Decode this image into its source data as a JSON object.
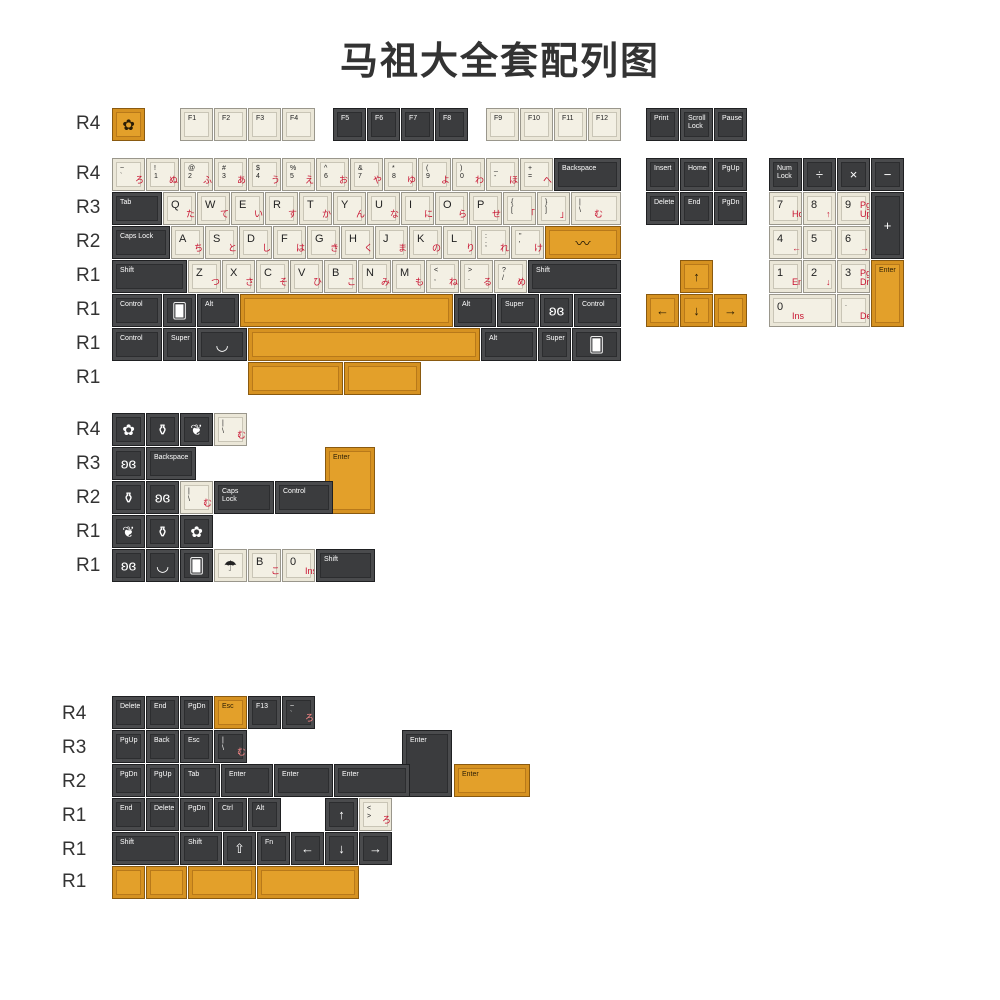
{
  "title": "马祖大全套配列图",
  "row_labels": [
    {
      "text": "R4",
      "y": 0
    },
    {
      "text": "R4",
      "y": 1
    },
    {
      "text": "R3",
      "y": 2
    },
    {
      "text": "R2",
      "y": 3
    },
    {
      "text": "R1",
      "y": 4
    },
    {
      "text": "R1",
      "y": 5
    },
    {
      "text": "R1",
      "y": 6
    },
    {
      "text": "R1",
      "y": 7
    },
    {
      "text": "R4",
      "y": 8
    },
    {
      "text": "R3",
      "y": 9
    },
    {
      "text": "R2",
      "y": 10
    },
    {
      "text": "R1",
      "y": 11
    },
    {
      "text": "R1",
      "y": 12
    },
    {
      "text": "R4",
      "y": 13
    },
    {
      "text": "R3",
      "y": 14
    },
    {
      "text": "R2",
      "y": 15
    },
    {
      "text": "R1",
      "y": 16
    },
    {
      "text": "R1",
      "y": 17
    },
    {
      "text": "R1",
      "y": 18
    }
  ],
  "keys": [
    {
      "t": "",
      "icon": "flower-icon",
      "c": "gold",
      "g": "a"
    },
    {
      "t": "F1",
      "c": "cream"
    },
    {
      "t": "F2",
      "c": "cream"
    },
    {
      "t": "F3",
      "c": "cream"
    },
    {
      "t": "F4",
      "c": "cream"
    },
    {
      "t": "F5",
      "c": "dark"
    },
    {
      "t": "F6",
      "c": "dark"
    },
    {
      "t": "F7",
      "c": "dark"
    },
    {
      "t": "F8",
      "c": "dark"
    },
    {
      "t": "F9",
      "c": "cream"
    },
    {
      "t": "F10",
      "c": "cream"
    },
    {
      "t": "F11",
      "c": "cream"
    },
    {
      "t": "F12",
      "c": "cream"
    },
    {
      "t": "Print",
      "c": "dark"
    },
    {
      "t": "Scroll\nLock",
      "c": "dark"
    },
    {
      "t": "Pause",
      "c": "dark"
    },
    {
      "t": "~\n`",
      "s": "ろ",
      "c": "cream"
    },
    {
      "t": "!\n1",
      "s": "ぬ",
      "c": "cream"
    },
    {
      "t": "@\n2",
      "s": "ふ",
      "c": "cream"
    },
    {
      "t": "#\n3",
      "s": "あ",
      "c": "cream"
    },
    {
      "t": "$\n4",
      "s": "う",
      "c": "cream"
    },
    {
      "t": "%\n5",
      "s": "え",
      "c": "cream"
    },
    {
      "t": "^\n6",
      "s": "お",
      "c": "cream"
    },
    {
      "t": "&\n7",
      "s": "や",
      "c": "cream"
    },
    {
      "t": "*\n8",
      "s": "ゆ",
      "c": "cream"
    },
    {
      "t": "(\n9",
      "s": "よ",
      "c": "cream"
    },
    {
      "t": ")\n0",
      "s": "わ",
      "c": "cream"
    },
    {
      "t": "_\n-",
      "s": "ほ",
      "c": "cream"
    },
    {
      "t": "+\n=",
      "s": "へ",
      "c": "cream"
    },
    {
      "t": "Backspace",
      "c": "dark"
    },
    {
      "t": "Insert",
      "c": "dark"
    },
    {
      "t": "Home",
      "c": "dark"
    },
    {
      "t": "PgUp",
      "c": "dark"
    },
    {
      "t": "Num\nLock",
      "c": "dark"
    },
    {
      "t": "÷",
      "c": "dark",
      "big": true
    },
    {
      "t": "×",
      "c": "dark",
      "big": true
    },
    {
      "t": "−",
      "c": "dark",
      "big": true
    },
    {
      "t": "Tab",
      "c": "dark"
    },
    {
      "t": "Q",
      "s": "た",
      "c": "cream"
    },
    {
      "t": "W",
      "s": "て",
      "c": "cream"
    },
    {
      "t": "E",
      "s": "い",
      "c": "cream"
    },
    {
      "t": "R",
      "s": "す",
      "c": "cream"
    },
    {
      "t": "T",
      "s": "か",
      "c": "cream"
    },
    {
      "t": "Y",
      "s": "ん",
      "c": "cream"
    },
    {
      "t": "U",
      "s": "な",
      "c": "cream"
    },
    {
      "t": "I",
      "s": "に",
      "c": "cream"
    },
    {
      "t": "O",
      "s": "ら",
      "c": "cream"
    },
    {
      "t": "P",
      "s": "せ",
      "c": "cream"
    },
    {
      "t": "{\n[",
      "s": "「",
      "c": "cream"
    },
    {
      "t": "}\n]",
      "s": "」",
      "c": "cream"
    },
    {
      "t": "|\n\\",
      "s": "む",
      "c": "cream"
    },
    {
      "t": "Delete",
      "c": "dark"
    },
    {
      "t": "End",
      "c": "dark"
    },
    {
      "t": "PgDn",
      "c": "dark"
    },
    {
      "t": "7",
      "s": "Home",
      "c": "cream"
    },
    {
      "t": "8",
      "s": "↑",
      "c": "cream"
    },
    {
      "t": "9",
      "s": "Pg Up",
      "c": "cream"
    },
    {
      "t": "+",
      "c": "dark",
      "big": true
    },
    {
      "t": "Caps Lock",
      "c": "dark"
    },
    {
      "t": "A",
      "s": "ち",
      "c": "cream"
    },
    {
      "t": "S",
      "s": "と",
      "c": "cream"
    },
    {
      "t": "D",
      "s": "し",
      "c": "cream"
    },
    {
      "t": "F",
      "s": "は",
      "c": "cream"
    },
    {
      "t": "G",
      "s": "き",
      "c": "cream"
    },
    {
      "t": "H",
      "s": "く",
      "c": "cream"
    },
    {
      "t": "J",
      "s": "ま",
      "c": "cream"
    },
    {
      "t": "K",
      "s": "の",
      "c": "cream"
    },
    {
      "t": "L",
      "s": "り",
      "c": "cream"
    },
    {
      "t": ":\n;",
      "s": "れ",
      "c": "cream"
    },
    {
      "t": "\"\n'",
      "s": "け",
      "c": "cream"
    },
    {
      "t": "",
      "icon": "wave-icon",
      "c": "gold"
    },
    {
      "t": "4",
      "s": "←",
      "c": "cream"
    },
    {
      "t": "5",
      "c": "cream"
    },
    {
      "t": "6",
      "s": "→",
      "c": "cream"
    },
    {
      "t": "Shift",
      "c": "dark"
    },
    {
      "t": "Z",
      "s": "つ",
      "c": "cream"
    },
    {
      "t": "X",
      "s": "さ",
      "c": "cream"
    },
    {
      "t": "C",
      "s": "そ",
      "c": "cream"
    },
    {
      "t": "V",
      "s": "ひ",
      "c": "cream"
    },
    {
      "t": "B",
      "s": "こ",
      "c": "cream"
    },
    {
      "t": "N",
      "s": "み",
      "c": "cream"
    },
    {
      "t": "M",
      "s": "も",
      "c": "cream"
    },
    {
      "t": "<\n,",
      "s": "ね",
      "c": "cream"
    },
    {
      "t": ">\n.",
      "s": "る",
      "c": "cream"
    },
    {
      "t": "?\n/",
      "s": "め",
      "c": "cream"
    },
    {
      "t": "Shift",
      "c": "dark"
    },
    {
      "t": "↑",
      "c": "gold",
      "big": true
    },
    {
      "t": "1",
      "s": "End",
      "c": "cream"
    },
    {
      "t": "2",
      "s": "↓",
      "c": "cream"
    },
    {
      "t": "3",
      "s": "Pg Dn",
      "c": "cream"
    },
    {
      "t": "Enter",
      "c": "gold"
    },
    {
      "t": "Control",
      "c": "dark"
    },
    {
      "t": "",
      "icon": "fan-icon",
      "c": "dark"
    },
    {
      "t": "Alt",
      "c": "dark"
    },
    {
      "t": "",
      "c": "gold"
    },
    {
      "t": "Alt",
      "c": "dark"
    },
    {
      "t": "Super",
      "c": "dark"
    },
    {
      "t": "",
      "icon": "butterfly-icon",
      "c": "dark"
    },
    {
      "t": "Control",
      "c": "dark"
    },
    {
      "t": "←",
      "c": "gold",
      "big": true
    },
    {
      "t": "↓",
      "c": "gold",
      "big": true
    },
    {
      "t": "→",
      "c": "gold",
      "big": true
    },
    {
      "t": "0",
      "s": "Ins",
      "c": "cream"
    },
    {
      "t": ".",
      "s": "Del",
      "c": "cream"
    },
    {
      "t": "Control",
      "c": "dark"
    },
    {
      "t": "Super",
      "c": "dark"
    },
    {
      "t": "",
      "icon": "bowl-icon",
      "c": "dark"
    },
    {
      "t": "",
      "c": "gold"
    },
    {
      "t": "Alt",
      "c": "dark"
    },
    {
      "t": "Super",
      "c": "dark"
    },
    {
      "t": "",
      "icon": "fan-icon",
      "c": "dark"
    },
    {
      "t": "",
      "c": "gold"
    },
    {
      "t": "",
      "c": "gold"
    },
    {
      "t": "",
      "icon": "flower-icon",
      "c": "dark"
    },
    {
      "t": "",
      "icon": "bottle-icon",
      "c": "dark"
    },
    {
      "t": "",
      "icon": "leaf-icon",
      "c": "dark"
    },
    {
      "t": "|\n\\",
      "s": "む",
      "c": "cream"
    },
    {
      "t": "",
      "icon": "butterfly-icon",
      "c": "dark"
    },
    {
      "t": "Backspace",
      "c": "dark"
    },
    {
      "t": "Enter",
      "c": "gold"
    },
    {
      "t": "",
      "icon": "bottle-icon",
      "c": "dark"
    },
    {
      "t": "",
      "icon": "butterfly-icon",
      "c": "dark"
    },
    {
      "t": "|\n\\",
      "s": "む",
      "c": "cream"
    },
    {
      "t": "Caps\nLock",
      "c": "dark"
    },
    {
      "t": "Control",
      "c": "dark"
    },
    {
      "t": "",
      "icon": "leaf-icon",
      "c": "dark"
    },
    {
      "t": "",
      "icon": "bottle-icon",
      "c": "dark"
    },
    {
      "t": "",
      "icon": "flower-icon",
      "c": "dark"
    },
    {
      "t": "",
      "icon": "butterfly-icon",
      "c": "dark"
    },
    {
      "t": "",
      "icon": "bowl-icon",
      "c": "dark"
    },
    {
      "t": "",
      "icon": "fan-icon",
      "c": "dark"
    },
    {
      "t": "",
      "icon": "umbrella-icon",
      "c": "cream"
    },
    {
      "t": "B",
      "s": "こ",
      "c": "cream"
    },
    {
      "t": "0",
      "s": "Ins",
      "c": "cream"
    },
    {
      "t": "Shift",
      "c": "dark"
    },
    {
      "t": "Delete",
      "c": "dark"
    },
    {
      "t": "End",
      "c": "dark"
    },
    {
      "t": "PgDn",
      "c": "dark"
    },
    {
      "t": "Esc",
      "c": "gold"
    },
    {
      "t": "F13",
      "c": "dark"
    },
    {
      "t": "~\n`",
      "s": "ろ",
      "c": "dark"
    },
    {
      "t": "PgUp",
      "c": "dark"
    },
    {
      "t": "Back",
      "c": "dark"
    },
    {
      "t": "Esc",
      "c": "dark"
    },
    {
      "t": "|\n\\",
      "s": "む",
      "c": "dark"
    },
    {
      "t": "Enter",
      "c": "dark"
    },
    {
      "t": "PgDn",
      "c": "dark"
    },
    {
      "t": "PgUp",
      "c": "dark"
    },
    {
      "t": "Tab",
      "c": "dark"
    },
    {
      "t": "Enter",
      "c": "dark"
    },
    {
      "t": "Enter",
      "c": "dark"
    },
    {
      "t": "Enter",
      "c": "dark"
    },
    {
      "t": "Enter",
      "c": "gold"
    },
    {
      "t": "End",
      "c": "dark"
    },
    {
      "t": "Delete",
      "c": "dark"
    },
    {
      "t": "PgDn",
      "c": "dark"
    },
    {
      "t": "Ctrl",
      "c": "dark"
    },
    {
      "t": "Alt",
      "c": "dark"
    },
    {
      "t": "↑",
      "c": "dark",
      "big": true
    },
    {
      "t": "<\n>",
      "s": "ろ",
      "c": "cream"
    },
    {
      "t": "Shift",
      "c": "dark"
    },
    {
      "t": "Shift",
      "c": "dark"
    },
    {
      "t": "⇧",
      "c": "dark",
      "big": true
    },
    {
      "t": "Fn",
      "c": "dark"
    },
    {
      "t": "←",
      "c": "dark",
      "big": true
    },
    {
      "t": "↓",
      "c": "dark",
      "big": true
    },
    {
      "t": "→",
      "c": "dark",
      "big": true
    },
    {
      "t": "",
      "c": "gold"
    },
    {
      "t": "",
      "c": "gold"
    },
    {
      "t": "",
      "c": "gold"
    },
    {
      "t": "",
      "c": "gold"
    }
  ]
}
